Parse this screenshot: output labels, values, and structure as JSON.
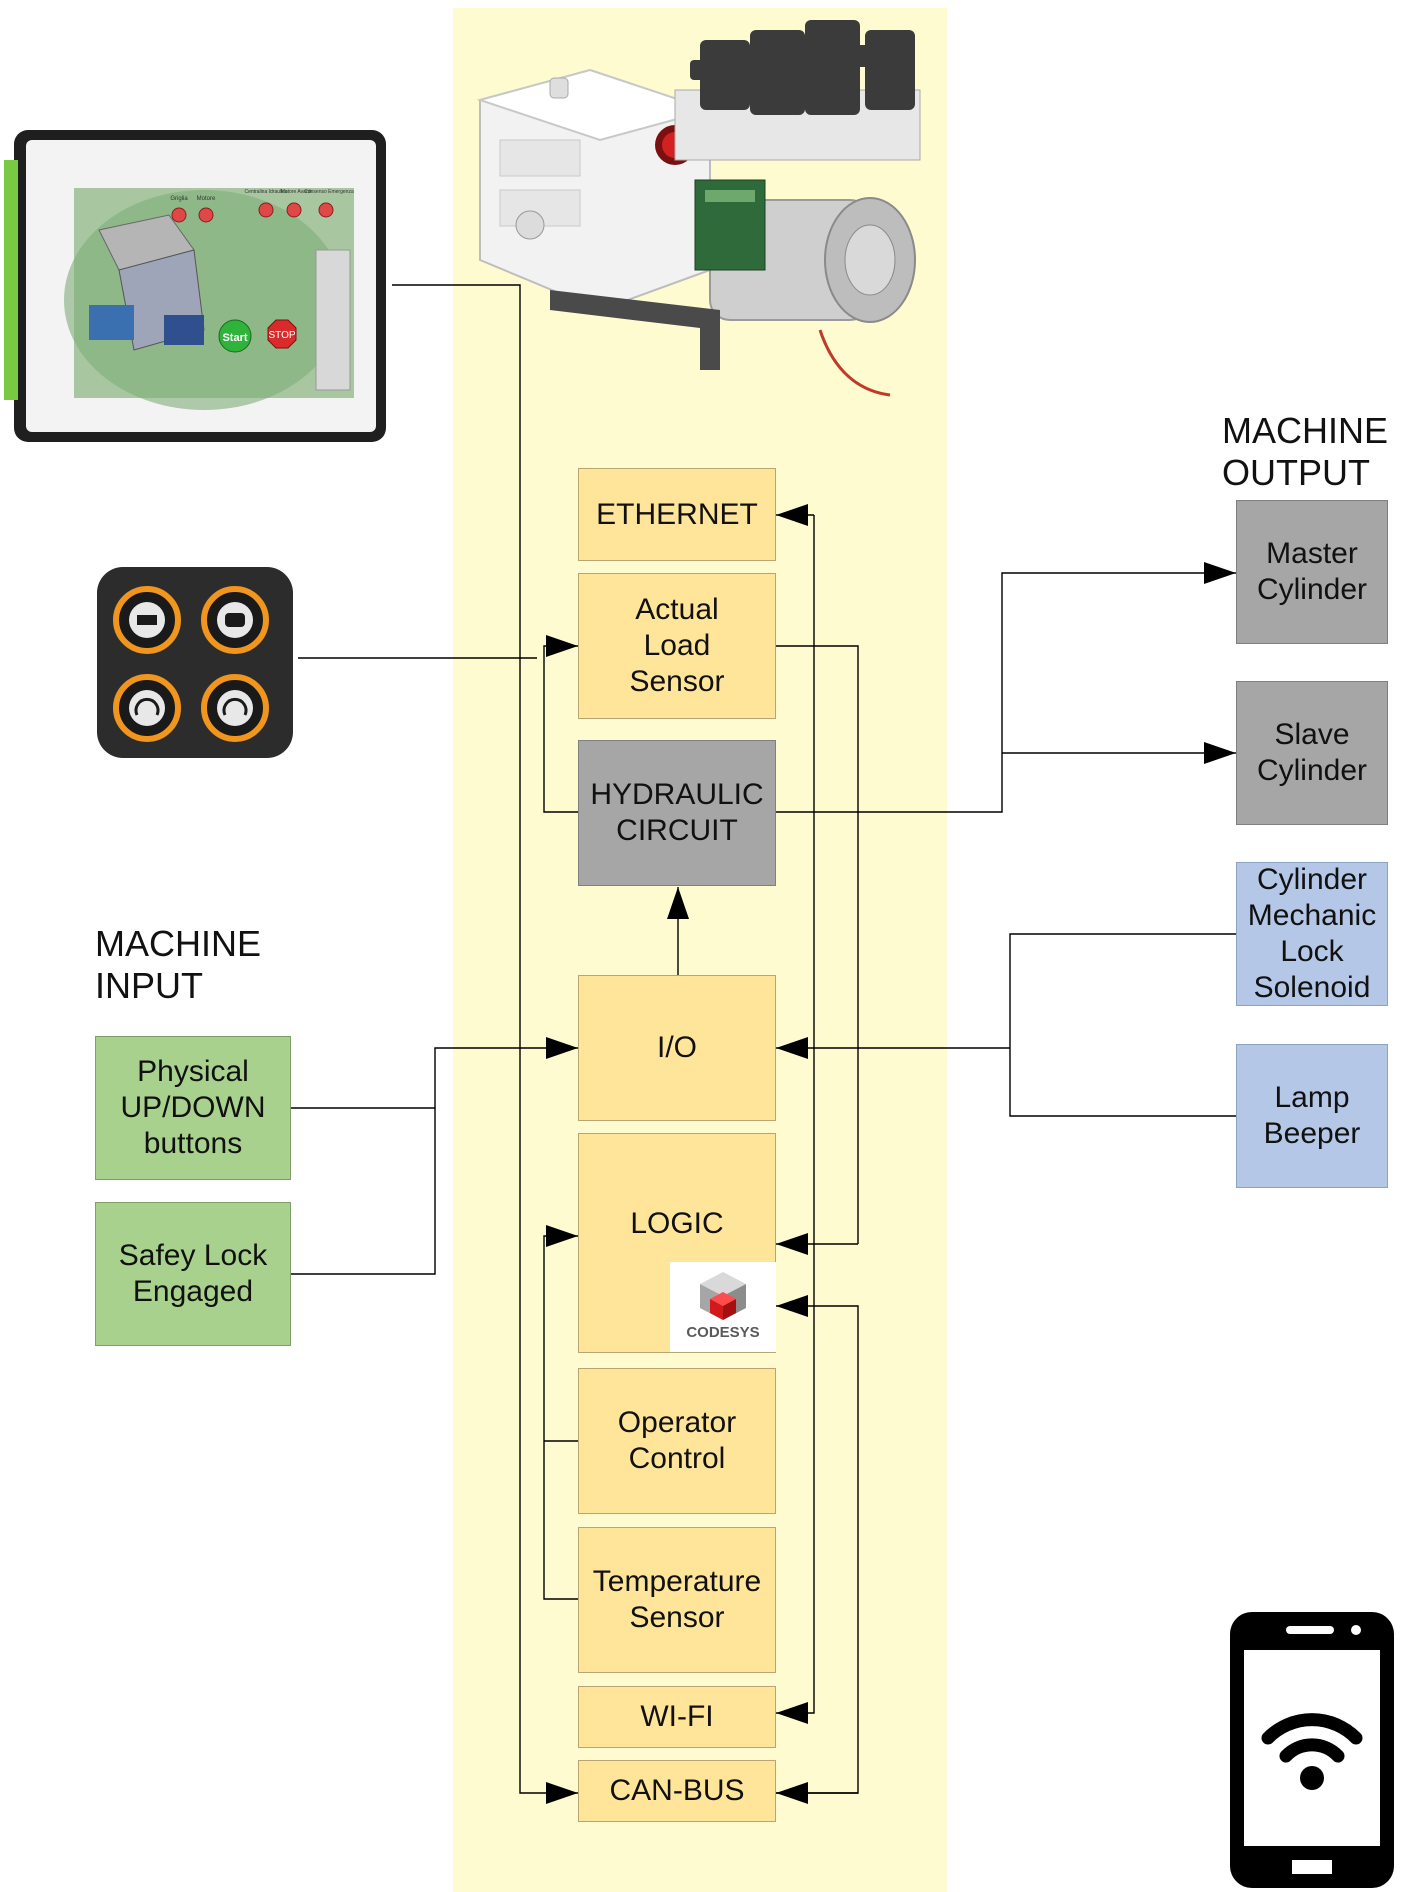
{
  "diagram": {
    "core_blocks": {
      "ethernet": "ETHERNET",
      "load_sensor": "Actual\nLoad\nSensor",
      "hydraulic": "HYDRAULIC\nCIRCUIT",
      "io": "I/O",
      "logic": "LOGIC",
      "operator": "Operator\nControl",
      "temperature": "Temperature\nSensor",
      "wifi": "WI-FI",
      "canbus": "CAN-BUS"
    },
    "machine_output": {
      "heading": "MACHINE\nOUTPUT",
      "master": "Master\nCylinder",
      "slave": "Slave\nCylinder",
      "lock_solenoid": "Cylinder\nMechanic\nLock\nSolenoid",
      "lamp": "Lamp\nBeeper"
    },
    "machine_input": {
      "heading": "MACHINE\nINPUT",
      "buttons": "Physical\nUP/DOWN\nbuttons",
      "safety": "Safey Lock\nEngaged"
    },
    "hmi_screen": {
      "labels": [
        "Griglia",
        "Motore",
        "Centralina Idraulica",
        "Motore Avanti",
        "Consenso Emergenza"
      ],
      "start": "Start",
      "stop": "STOP"
    },
    "codesys_logo": "CODESYS",
    "colors": {
      "band": "#fffbd0",
      "core": "#ffe599",
      "hydraulic": "#a6a6a6",
      "output_gray": "#a6a6a6",
      "output_blue": "#b4c7e7",
      "input_green": "#a9d18e"
    },
    "icons": [
      "hydraulic-power-unit-image",
      "hmi-touch-panel-image",
      "keypad-image",
      "codesys-logo",
      "smartphone-wifi-icon"
    ]
  }
}
